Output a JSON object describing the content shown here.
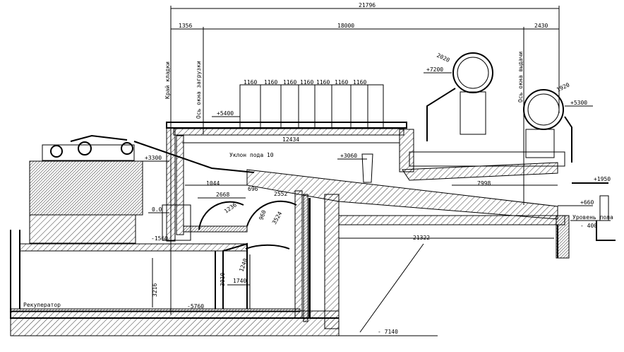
{
  "title": "Furnace cross-section drawing",
  "dimensions": {
    "overall": "21796",
    "left_offset": "1356",
    "main_span": "18000",
    "right_offset": "2430",
    "section_1160": [
      "1160",
      "1160",
      "1160",
      "1160",
      "1160",
      "1160",
      "1160"
    ],
    "roof_length": "12434",
    "hearth_length": "7998",
    "lower_length": "21322",
    "d1044": "1044",
    "d2668": "2668",
    "d696": "696",
    "d2552": "2552",
    "r1236": "1236",
    "r960": "960",
    "r3524": "3524",
    "pipe1_dia": "2020",
    "pipe2_dia": "1920",
    "h3216": "3216",
    "h3010": "3010",
    "r1240": "1240",
    "w1740": "1740"
  },
  "levels": {
    "plus5400": "+5400",
    "plus7200": "+7200",
    "plus5300": "+5300",
    "plus3300": "+3300",
    "plus3060": "+3060",
    "zero": "0.0",
    "minus1560": "-1560",
    "plus1950": "+1950",
    "plus660": "+660",
    "minus400": "- 400",
    "minus5760": "-5760",
    "minus7140": "- 7140"
  },
  "labels": {
    "masonry_edge": "Край кладки",
    "loading_axis": "Ось окна загрузки",
    "unloading_axis": "Ось окна выдачи",
    "hearth_slope": "Уклон пода 10",
    "floor_level": "Уровень пола",
    "recuperator": "Рекуператор"
  }
}
